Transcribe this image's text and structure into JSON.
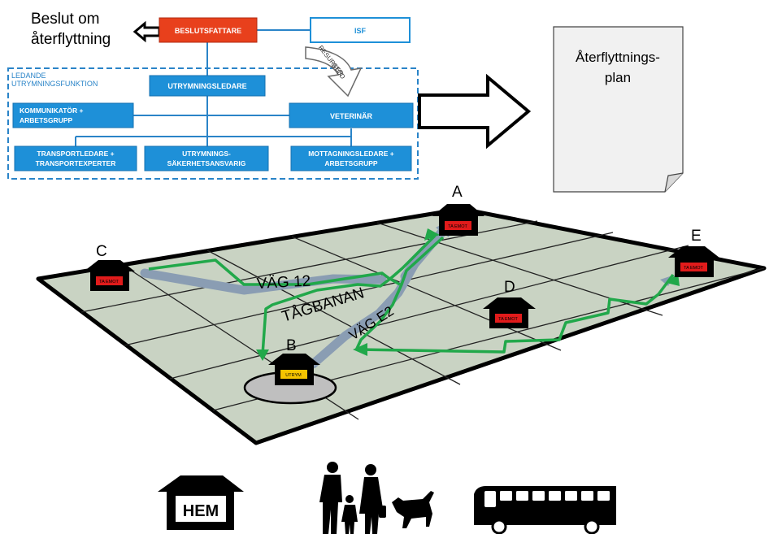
{
  "decision": {
    "line1": "Beslut om",
    "line2": "återflyttning"
  },
  "org": {
    "decision_maker": "BESLUTSFATTARE",
    "isf": "ISF",
    "resources_line1": "RESURSER",
    "resources_line2": "STÖD",
    "group_title_line1": "LEDANDE",
    "group_title_line2": "UTRYMNINGSFUNKTION",
    "evac_leader": "UTRYMNINGSLEDARE",
    "communicator_line1": "KOMMUNIKATÖR +",
    "communicator_line2": "ARBETSGRUPP",
    "veterinarian": "VETERINÄR",
    "transport_line1": "TRANSPORTLEDARE +",
    "transport_line2": "TRANSPORTEXPERTER",
    "safety_line1": "UTRYMNINGS-",
    "safety_line2": "SÄKERHETSANSVARIG",
    "reception_line1": "MOTTAGNINGSLEDARE +",
    "reception_line2": "ARBETSGRUPP"
  },
  "plan": {
    "line1": "Återflyttnings-",
    "line2": "plan"
  },
  "map": {
    "roads": {
      "road12": "VÄG 12",
      "rail": "TÅGBANAN",
      "e2": "VÄG E2"
    },
    "houses": [
      {
        "id": "A",
        "label": "A",
        "sign": "TA EMOT"
      },
      {
        "id": "B",
        "label": "B",
        "sign": "UTRYM"
      },
      {
        "id": "C",
        "label": "C",
        "sign": "TA EMOT"
      },
      {
        "id": "D",
        "label": "D",
        "sign": "TA EMOT"
      },
      {
        "id": "E",
        "label": "E",
        "sign": "TA EMOT"
      }
    ]
  },
  "legend": {
    "home_label": "HEM"
  },
  "colors": {
    "decision_red": "#e8401c",
    "org_blue": "#1e90d8",
    "green_route": "#21a84a",
    "road_gray": "#8a9db3",
    "ground": "#c9d3c3",
    "sign_red": "#e11b1b",
    "sign_yellow": "#f5c400"
  },
  "icons": [
    "arrow-left-outline-icon",
    "arrow-right-outline-icon",
    "house-icon",
    "family-with-dog-icon",
    "bus-icon"
  ]
}
